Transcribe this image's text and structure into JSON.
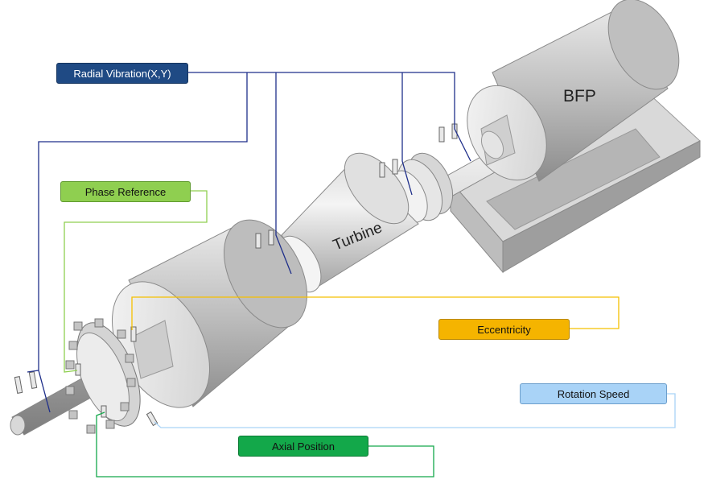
{
  "labels": {
    "radial_vibration": "Radial Vibration(X,Y)",
    "phase_reference": "Phase Reference",
    "eccentricity": "Eccentricity",
    "rotation_speed": "Rotation Speed",
    "axial_position": "Axial Position"
  },
  "machine": {
    "turbine": "Turbine",
    "bfp": "BFP"
  },
  "colors": {
    "radial_vibration": "#1f4a84",
    "phase_reference": "#8fcf50",
    "eccentricity": "#f5b400",
    "rotation_speed": "#a9d3f7",
    "axial_position": "#13a84a"
  }
}
